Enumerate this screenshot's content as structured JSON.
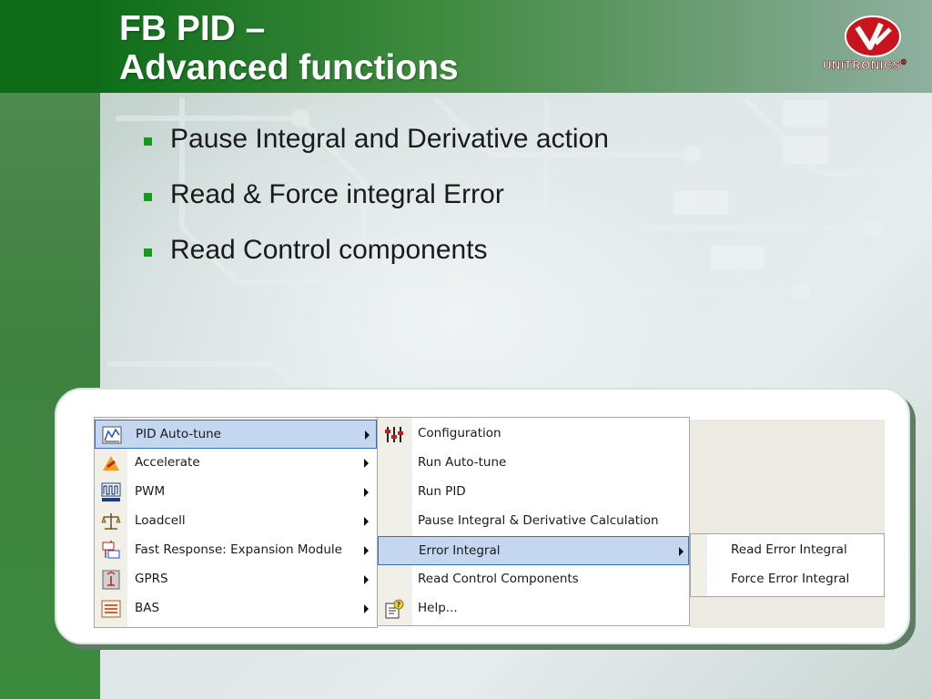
{
  "header": {
    "title_line1": "FB PID –",
    "title_line2": "Advanced functions",
    "logo_text": "UNITRONICS",
    "logo_mark": "®"
  },
  "bullets": [
    "Pause Integral and Derivative action",
    "Read & Force integral Error",
    "Read Control components"
  ],
  "menu_main": {
    "items": [
      {
        "label": "PID Auto-tune",
        "icon": "pid-autotune-icon",
        "selected": true
      },
      {
        "label": "Accelerate",
        "icon": "accelerate-icon"
      },
      {
        "label": "PWM",
        "icon": "pwm-icon"
      },
      {
        "label": "Loadcell",
        "icon": "loadcell-icon"
      },
      {
        "label": "Fast Response: Expansion Module",
        "icon": "fast-response-icon"
      },
      {
        "label": "GPRS",
        "icon": "gprs-icon"
      },
      {
        "label": "BAS",
        "icon": "bas-icon"
      }
    ]
  },
  "menu_sub": {
    "items": [
      {
        "label": "Configuration",
        "icon": "configuration-icon"
      },
      {
        "label": "Run Auto-tune"
      },
      {
        "label": "Run PID"
      },
      {
        "label": "Pause Integral & Derivative Calculation"
      },
      {
        "label": "Error Integral",
        "selected": true
      },
      {
        "label": "Read Control Components"
      },
      {
        "label": "Help...",
        "icon": "help-icon"
      }
    ]
  },
  "menu_error": {
    "items": [
      {
        "label": "Read Error Integral"
      },
      {
        "label": "Force Error Integral"
      }
    ]
  },
  "colors": {
    "header_green": "#0e6b17",
    "bullet_green": "#169a1e",
    "selection_fill": "#c4d6f0",
    "selection_border": "#3b6fb6"
  }
}
